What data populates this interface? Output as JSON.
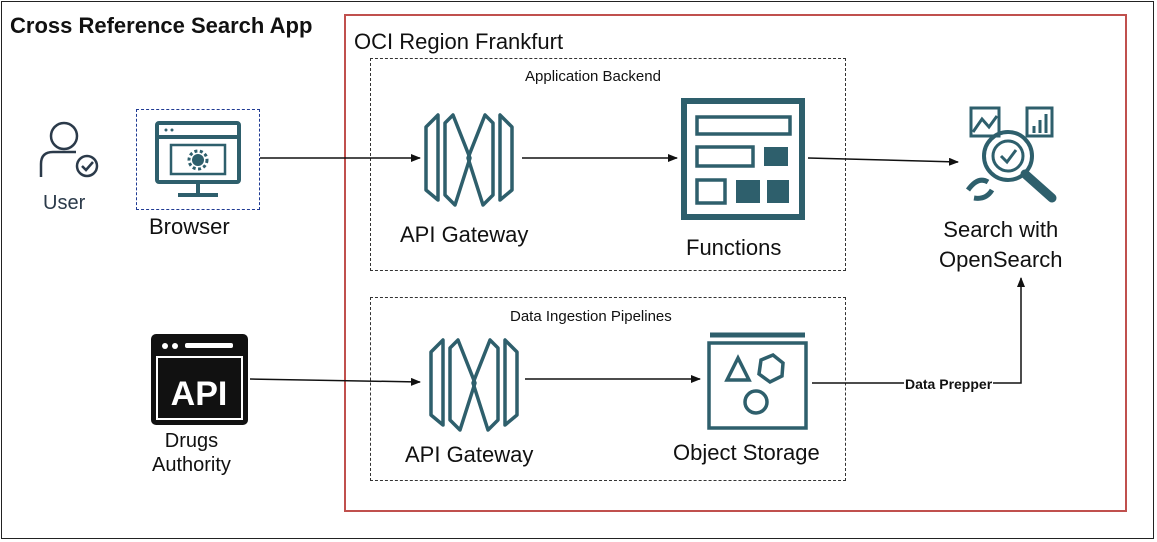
{
  "app_title": "Cross Reference Search App",
  "region_title": "OCI Region Frankfurt",
  "sections": {
    "backend": "Application Backend",
    "pipelines": "Data Ingestion Pipelines"
  },
  "nodes": {
    "user": {
      "label": "User",
      "icon": "user-check-icon"
    },
    "browser": {
      "label": "Browser",
      "icon": "browser-settings-icon"
    },
    "api_gateway_backend": {
      "label": "API Gateway",
      "icon": "api-gateway-icon"
    },
    "functions": {
      "label": "Functions",
      "icon": "functions-icon"
    },
    "search": {
      "label_line1": "Search with",
      "label_line2": "OpenSearch",
      "icon": "opensearch-icon"
    },
    "drugs_authority": {
      "label_line1": "Drugs",
      "label_line2": "Authority",
      "icon": "api-window-icon",
      "icon_text": "API"
    },
    "api_gateway_pipeline": {
      "label": "API Gateway",
      "icon": "api-gateway-icon"
    },
    "object_storage": {
      "label": "Object Storage",
      "icon": "object-storage-icon"
    }
  },
  "edges": {
    "data_prepper": "Data Prepper"
  },
  "colors": {
    "icon_teal": "#2e5f6c",
    "region_border": "#c0504d",
    "browser_border": "#1f3a93",
    "text": "#111111"
  }
}
